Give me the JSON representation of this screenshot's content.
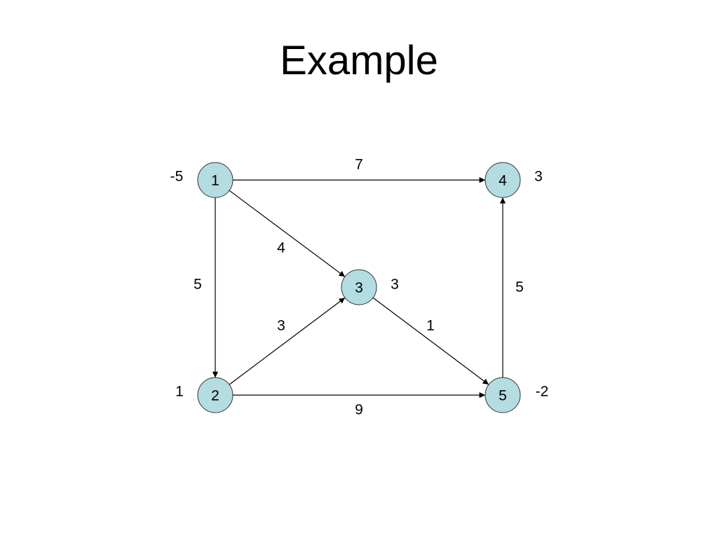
{
  "title": "Example",
  "colors": {
    "node_fill": "#b3dde0",
    "node_stroke": "#333333",
    "edge": "#000000",
    "text": "#000000"
  },
  "nodes": [
    {
      "id": "1",
      "label": "1",
      "supply": "-5"
    },
    {
      "id": "2",
      "label": "2",
      "supply": "1"
    },
    {
      "id": "3",
      "label": "3",
      "supply": "3"
    },
    {
      "id": "4",
      "label": "4",
      "supply": "3"
    },
    {
      "id": "5",
      "label": "5",
      "supply": "-2"
    }
  ],
  "edges": [
    {
      "from": "1",
      "to": "4",
      "weight": "7"
    },
    {
      "from": "1",
      "to": "3",
      "weight": "4"
    },
    {
      "from": "1",
      "to": "2",
      "weight": "5"
    },
    {
      "from": "2",
      "to": "3",
      "weight": "3"
    },
    {
      "from": "3",
      "to": "5",
      "weight": "1"
    },
    {
      "from": "2",
      "to": "5",
      "weight": "9"
    },
    {
      "from": "5",
      "to": "4",
      "weight": "5"
    }
  ]
}
